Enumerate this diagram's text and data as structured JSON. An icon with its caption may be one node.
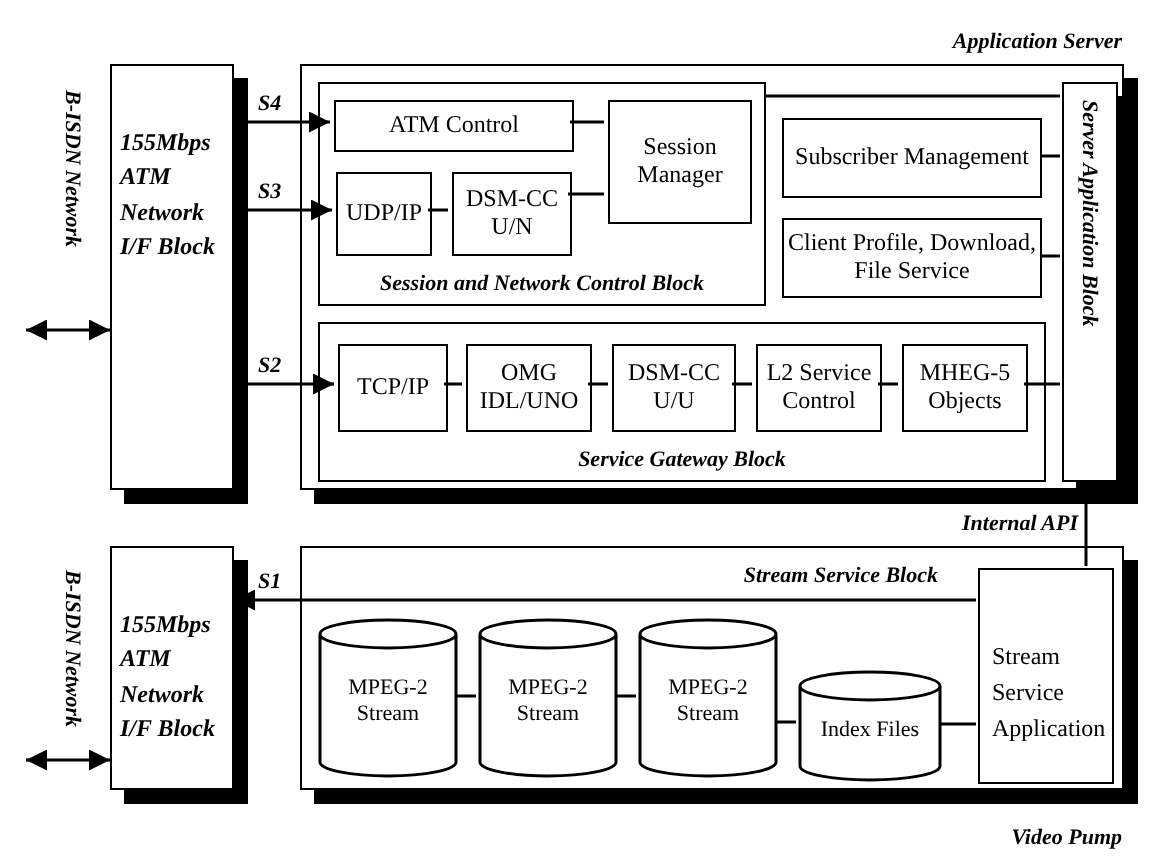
{
  "diagram": {
    "nodes": [
      {
        "text": [
          "Application Server"
        ]
      },
      {
        "text": [
          "Session and Network Control Block"
        ],
        "in": 0
      },
      {
        "text": [
          "ATM Control"
        ],
        "in": 1
      },
      {
        "text": [
          "Session Manager"
        ],
        "in": 1
      },
      {
        "text": [
          "UDP/IP"
        ],
        "in": 1
      },
      {
        "text": [
          "DSM-CC U/N"
        ],
        "in": 1
      },
      {
        "text": [
          "Subscriber Management"
        ],
        "in": 0
      },
      {
        "text": [
          "Client Profile, Download, File Service"
        ],
        "in": 0
      },
      {
        "text": [
          "Service Gateway Block"
        ],
        "in": 0
      },
      {
        "text": [
          "TCP/IP"
        ],
        "in": 8
      },
      {
        "text": [
          "OMG IDL/UNO"
        ],
        "in": 8
      },
      {
        "text": [
          "DSM-CC U/U"
        ],
        "in": 8
      },
      {
        "text": [
          "L2 Service Control"
        ],
        "in": 8
      },
      {
        "text": [
          "MHEG-5 Objects"
        ],
        "in": 8
      },
      {
        "text": [
          "Server Application Block"
        ],
        "in": 0
      },
      {
        "text": [
          "155Mbps ATM Network I/F Block"
        ]
      },
      {
        "text": [
          "Stream Service Block",
          "Video Pump"
        ]
      },
      {
        "text": [
          "MPEG-2 Stream"
        ],
        "in": 16
      },
      {
        "text": [
          "MPEG-2 Stream"
        ],
        "in": 16
      },
      {
        "text": [
          "MPEG-2 Stream"
        ],
        "in": 16
      },
      {
        "text": [
          "Index Files"
        ],
        "in": 16
      },
      {
        "text": [
          "Stream Service Application"
        ],
        "in": 16
      },
      {
        "text": [
          "155Mbps ATM Network I/F Block"
        ]
      }
    ],
    "edges": [
      {
        "from": null,
        "to": 15,
        "arrow": "both"
      },
      {
        "from": 15,
        "to": 2,
        "arrow": "to",
        "label": "S4"
      },
      {
        "from": 15,
        "to": 4,
        "arrow": "to",
        "label": "S3"
      },
      {
        "from": 15,
        "to": 9,
        "arrow": "to",
        "label": "S2"
      },
      {
        "from": 2,
        "to": 3,
        "arrow": "none"
      },
      {
        "from": 4,
        "to": 5,
        "arrow": "none"
      },
      {
        "from": 5,
        "to": 3,
        "arrow": "none"
      },
      {
        "from": 1,
        "to": 14,
        "arrow": "none"
      },
      {
        "from": 6,
        "to": 14,
        "arrow": "none"
      },
      {
        "from": 7,
        "to": 14,
        "arrow": "none"
      },
      {
        "from": 9,
        "to": 10,
        "arrow": "none"
      },
      {
        "from": 10,
        "to": 11,
        "arrow": "none"
      },
      {
        "from": 11,
        "to": 12,
        "arrow": "none"
      },
      {
        "from": 12,
        "to": 13,
        "arrow": "none"
      },
      {
        "from": 13,
        "to": 14,
        "arrow": "none"
      },
      {
        "from": 14,
        "to": 21,
        "arrow": "none",
        "label": "Internal API"
      },
      {
        "from": null,
        "to": 22,
        "arrow": "both"
      },
      {
        "from": 21,
        "to": 22,
        "arrow": "to",
        "label": "S1"
      },
      {
        "from": 17,
        "to": 18,
        "arrow": "none"
      },
      {
        "from": 18,
        "to": 19,
        "arrow": "none"
      },
      {
        "from": 19,
        "to": 20,
        "arrow": "none"
      },
      {
        "from": 20,
        "to": 21,
        "arrow": "none"
      }
    ],
    "labels": [
      "B-ISDN Network",
      "B-ISDN Network"
    ]
  }
}
